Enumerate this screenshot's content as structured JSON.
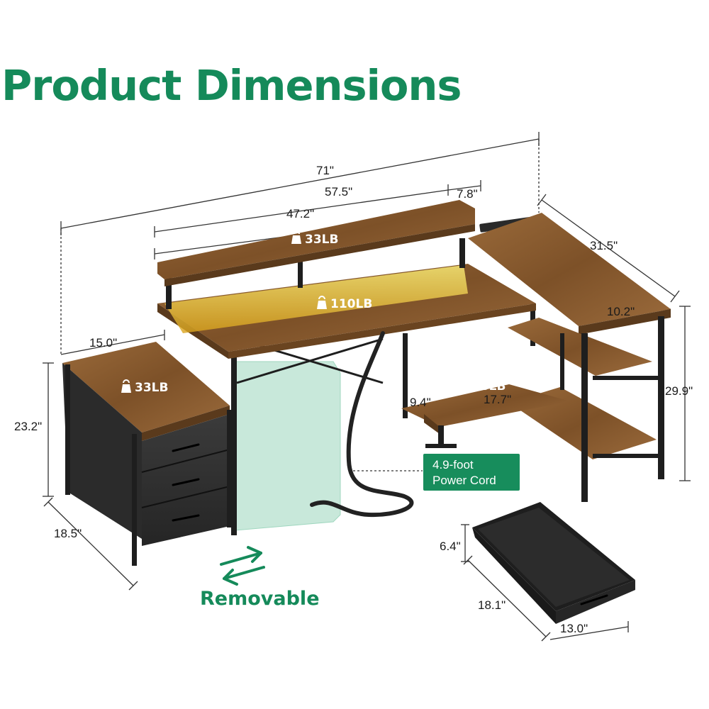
{
  "title": "Product Dimensions",
  "colors": {
    "accent_green": "#158a5a",
    "wood": "#8a5a2e",
    "frame": "#1e1e1e",
    "led_glow": "#f3d43a",
    "removable_panel": "#bfe5d4",
    "cord_badge": "#178d5c"
  },
  "dimensions": {
    "overall_width": "71\"",
    "desk_width": "57.5\"",
    "shelf_right": "7.8\"",
    "monitor_stand": "47.2\"",
    "return_depth": "31.5\"",
    "side_shelf": "10.2\"",
    "height": "29.9\"",
    "cabinet_top": "15.0\"",
    "cabinet_height": "23.2\"",
    "cabinet_depth": "18.5\"",
    "lower_shelf_left": "9.4\"",
    "lower_shelf_width": "17.7\"",
    "drawer_height": "6.4\"",
    "drawer_depth": "18.1\"",
    "drawer_width": "13.0\""
  },
  "loads": {
    "monitor_stand": "33LB",
    "desktop": "110LB",
    "cabinet": "33LB",
    "lower_shelf": "33LB"
  },
  "icons": {
    "weight": "weight-icon",
    "swap": "swap-arrows-icon"
  },
  "labels": {
    "cord_line1": "4.9-foot",
    "cord_line2": "Power Cord",
    "removable": "Removable"
  }
}
